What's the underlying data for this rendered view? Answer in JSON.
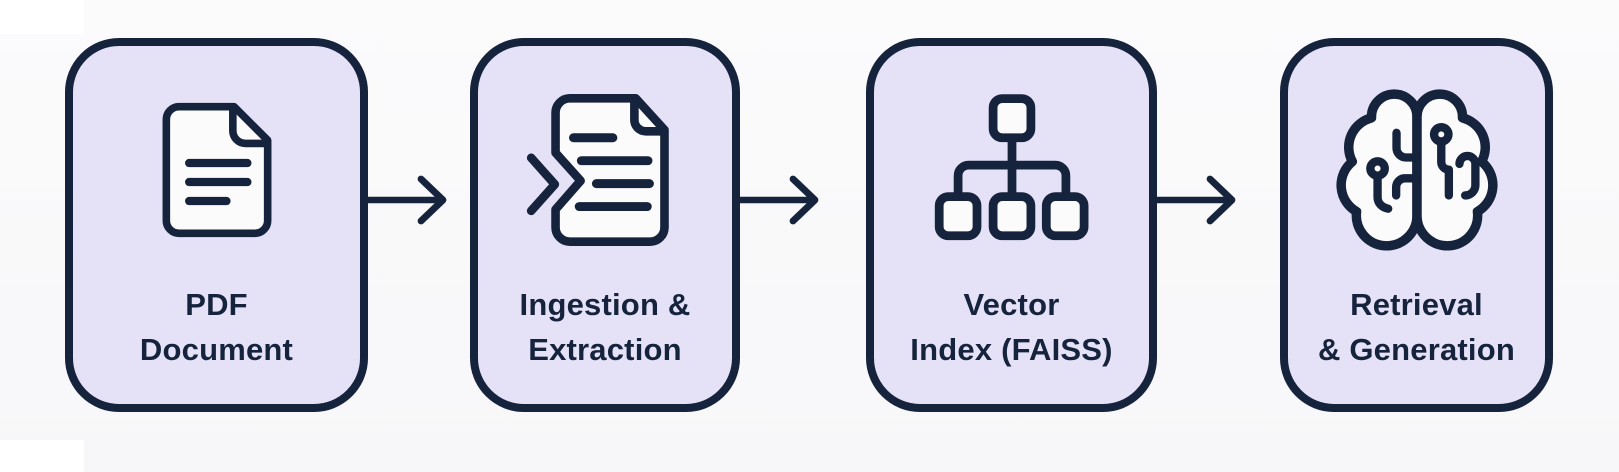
{
  "diagram": {
    "type": "flowchart",
    "direction": "left-to-right",
    "colors": {
      "background": "#F8F8F9",
      "card_fill": "#E5E2F7",
      "ink": "#16233C",
      "icon_paper_fill": "#FBFBFC"
    },
    "steps": [
      {
        "name": "pdf-document",
        "icon": "document-icon",
        "label": [
          "PDF",
          "Document"
        ]
      },
      {
        "name": "ingestion-extraction",
        "icon": "document-ingest-icon",
        "label": [
          "Ingestion &",
          "Extraction"
        ]
      },
      {
        "name": "vector-index-faiss",
        "icon": "hierarchy-tree-icon",
        "label": [
          "Vector",
          "Index (FAISS)"
        ]
      },
      {
        "name": "retrieval-generation",
        "icon": "brain-circuit-icon",
        "label": [
          "Retrieval",
          "& Generation"
        ]
      }
    ],
    "connectors": [
      {
        "from": "pdf-document",
        "to": "ingestion-extraction",
        "type": "arrow-right"
      },
      {
        "from": "ingestion-extraction",
        "to": "vector-index-faiss",
        "type": "arrow-right"
      },
      {
        "from": "vector-index-faiss",
        "to": "retrieval-generation",
        "type": "arrow-right"
      }
    ]
  }
}
